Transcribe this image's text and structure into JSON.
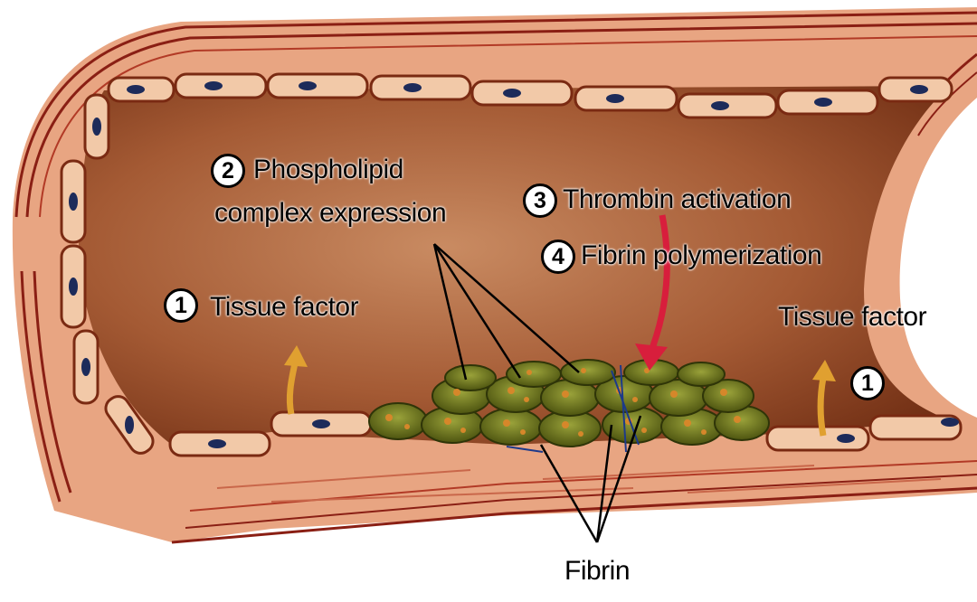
{
  "labels": {
    "step1_left": {
      "number": "1",
      "text": "Tissue factor"
    },
    "step2": {
      "number": "2",
      "line1": "Phospholipid",
      "line2": "complex expression"
    },
    "step3": {
      "number": "3",
      "text": "Thrombin activation"
    },
    "step4": {
      "number": "4",
      "text": "Fibrin polymerization"
    },
    "step1_right": {
      "number": "1",
      "text": "Tissue factor"
    },
    "fibrin": "Fibrin"
  },
  "colors": {
    "vessel_wall": "#e8a582",
    "wall_stripe": "#8a1f14",
    "lumen_dark": "#7a3518",
    "lumen_light": "#c47a50",
    "endothelial_cell": "#f2c9a8",
    "nucleus": "#1d2b5a",
    "platelet": "#6f7a1c",
    "platelet_spot": "#d6872a",
    "thrombin_arrow": "#d81e3c",
    "tissue_factor_arrow": "#e0a030"
  }
}
